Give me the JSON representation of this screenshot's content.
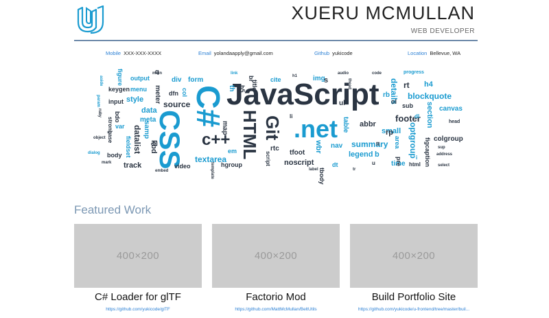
{
  "header": {
    "logo_icon": "udacity-logo-icon",
    "name": "XUERU MCMULLAN",
    "title": "WEB DEVELOPER",
    "accent_color": "#1a9bd0"
  },
  "contacts": [
    {
      "label": "Mobile",
      "value": "XXX-XXX-XXXX"
    },
    {
      "label": "Email",
      "value": "yolandaapply@gmail.com"
    },
    {
      "label": "Github",
      "value": "yukicode"
    },
    {
      "label": "Location",
      "value": "Bellevue, WA"
    }
  ],
  "word_cloud": {
    "words": [
      "JavaScript",
      "C#",
      "CSS",
      "HTML",
      ".net",
      "Git",
      "c++",
      "textarea",
      "source",
      "style",
      "form",
      "map",
      "title",
      "cite",
      "meter",
      "datalist",
      "samp",
      "track",
      "body",
      "menu",
      "output",
      "keygen",
      "input",
      "figure",
      "abbr",
      "footer",
      "summary",
      "table",
      "nav",
      "legend",
      "time",
      "blockquote",
      "canvas",
      "section",
      "colgroup",
      "optgroup",
      "details",
      "noscript",
      "script",
      "wbr",
      "tfoot",
      "small",
      "area",
      "figcaption",
      "dfn",
      "data",
      "meta",
      "fieldset",
      "hgroup",
      "video",
      "rtc",
      "embed",
      "template",
      "kbd",
      "em",
      "col",
      "b",
      "rt",
      "h4",
      "ul",
      "sub",
      "pre",
      "html",
      "rp",
      "img",
      "rb",
      "var",
      "div",
      "bdo",
      "th",
      "dd",
      "q",
      "h1",
      "h5",
      "br",
      "li",
      "s",
      "dl",
      "sup",
      "mark",
      "strong",
      "base",
      "dialog",
      "head",
      "param",
      "progress",
      "address",
      "select",
      "main",
      "link",
      "code",
      "audio",
      "label",
      "thead",
      "tbody",
      "object",
      "ruby",
      "aside",
      "dt",
      "i",
      "u",
      "tr",
      "tt",
      "ol"
    ]
  },
  "featured": {
    "heading": "Featured Work",
    "projects": [
      {
        "thumb": "400×200",
        "title": "C# Loader for glTF",
        "link": "https://github.com/yukicode/glTF"
      },
      {
        "thumb": "400×200",
        "title": "Factorio Mod",
        "link": "https://github.com/MattMcMullan/BeltUtils"
      },
      {
        "thumb": "400×200",
        "title": "Build Portfolio Site",
        "link": "https://github.com/yukicode/u-frontend/tree/master/buil..."
      }
    ]
  }
}
